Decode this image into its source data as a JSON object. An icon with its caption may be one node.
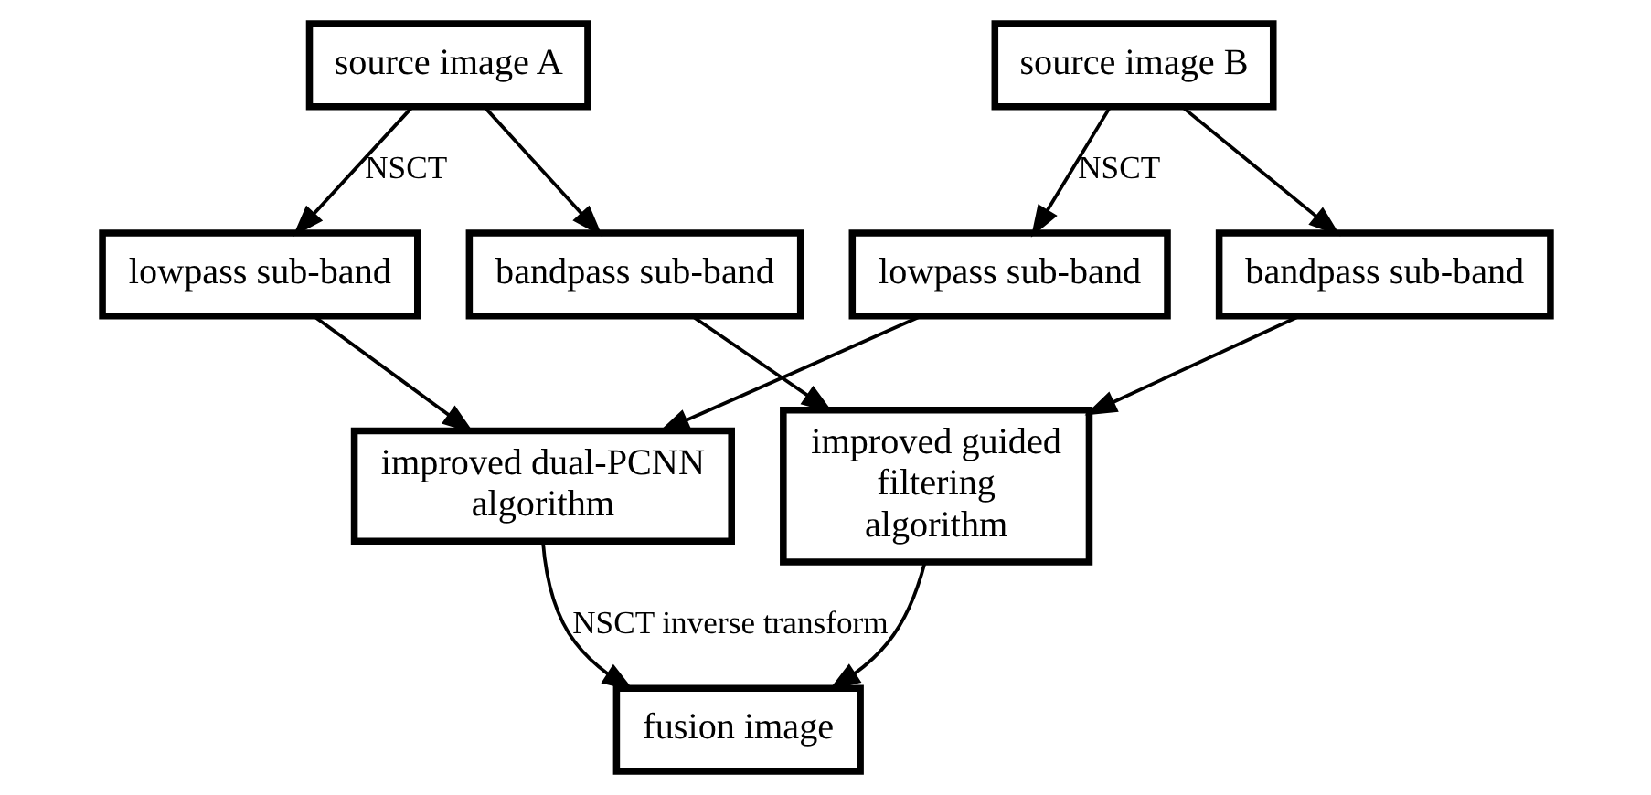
{
  "diagram": {
    "nodes": [
      {
        "text": [
          "source image A"
        ]
      },
      {
        "text": [
          "source image B"
        ]
      },
      {
        "text": [
          "lowpass sub-band"
        ]
      },
      {
        "text": [
          "bandpass sub-band"
        ]
      },
      {
        "text": [
          "lowpass sub-band"
        ]
      },
      {
        "text": [
          "bandpass sub-band"
        ]
      },
      {
        "text": [
          "improved dual-PCNN algorithm"
        ]
      },
      {
        "text": [
          "improved guided filtering algorithm"
        ]
      },
      {
        "text": [
          "fusion image"
        ]
      }
    ],
    "edges": [
      {
        "from": 0,
        "to": 2,
        "arrow": "to",
        "label": "NSCT"
      },
      {
        "from": 0,
        "to": 3,
        "arrow": "to"
      },
      {
        "from": 1,
        "to": 4,
        "arrow": "to",
        "label": "NSCT"
      },
      {
        "from": 1,
        "to": 5,
        "arrow": "to"
      },
      {
        "from": 2,
        "to": 6,
        "arrow": "to"
      },
      {
        "from": 4,
        "to": 6,
        "arrow": "to"
      },
      {
        "from": 3,
        "to": 7,
        "arrow": "to"
      },
      {
        "from": 5,
        "to": 7,
        "arrow": "to"
      },
      {
        "from": 6,
        "to": 8,
        "arrow": "to",
        "label": "NSCT inverse transform"
      },
      {
        "from": 7,
        "to": 8,
        "arrow": "to"
      }
    ]
  }
}
